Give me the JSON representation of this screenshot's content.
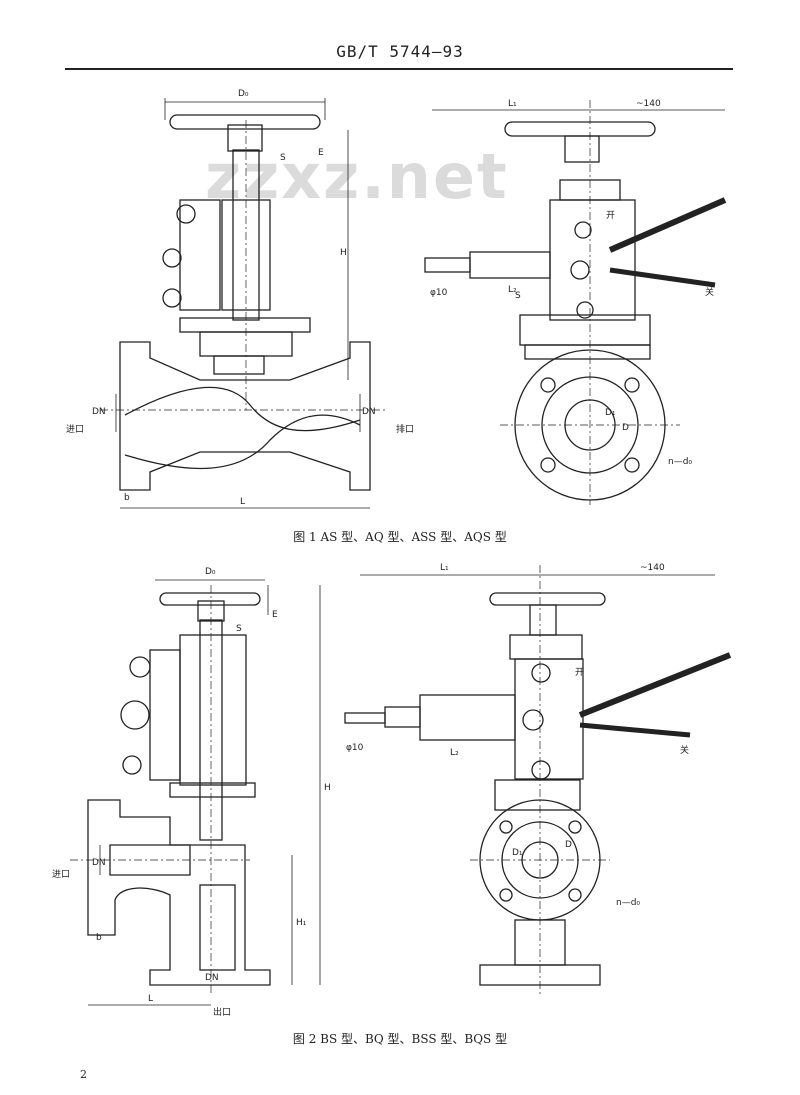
{
  "header": {
    "standard": "GB/T 5744—93"
  },
  "watermark": "zzxz.net",
  "figure1": {
    "caption": "图 1   AS 型、AQ 型、ASS 型、AQS 型",
    "labels": {
      "d0": "D₀",
      "h": "H",
      "s": "S",
      "e": "E",
      "dn_in": "DN",
      "dn_out": "DN",
      "inlet": "进口",
      "outlet": "排口",
      "l": "L",
      "b": "b",
      "l1": "L₁",
      "d140": "~140",
      "l2": "L₂",
      "phi10": "φ10",
      "open": "开",
      "close": "关",
      "D": "D",
      "D1": "D₁",
      "n_d": "n—d₀",
      "s2": "S"
    }
  },
  "figure2": {
    "caption": "图 2   BS 型、BQ 型、BSS 型、BQS 型",
    "labels": {
      "d0": "D₀",
      "s": "S",
      "e": "E",
      "h": "H",
      "h1": "H₁",
      "inlet": "进口",
      "dn": "DN",
      "dn_bottom": "DN",
      "outlet": "出口",
      "l": "L",
      "b": "b",
      "l1": "L₁",
      "d140": "~140",
      "phi10": "φ10",
      "open": "开",
      "close": "关",
      "D": "D",
      "D1": "D₁",
      "n_d": "n—d₀",
      "l2": "L₂"
    }
  },
  "page_number": "2"
}
